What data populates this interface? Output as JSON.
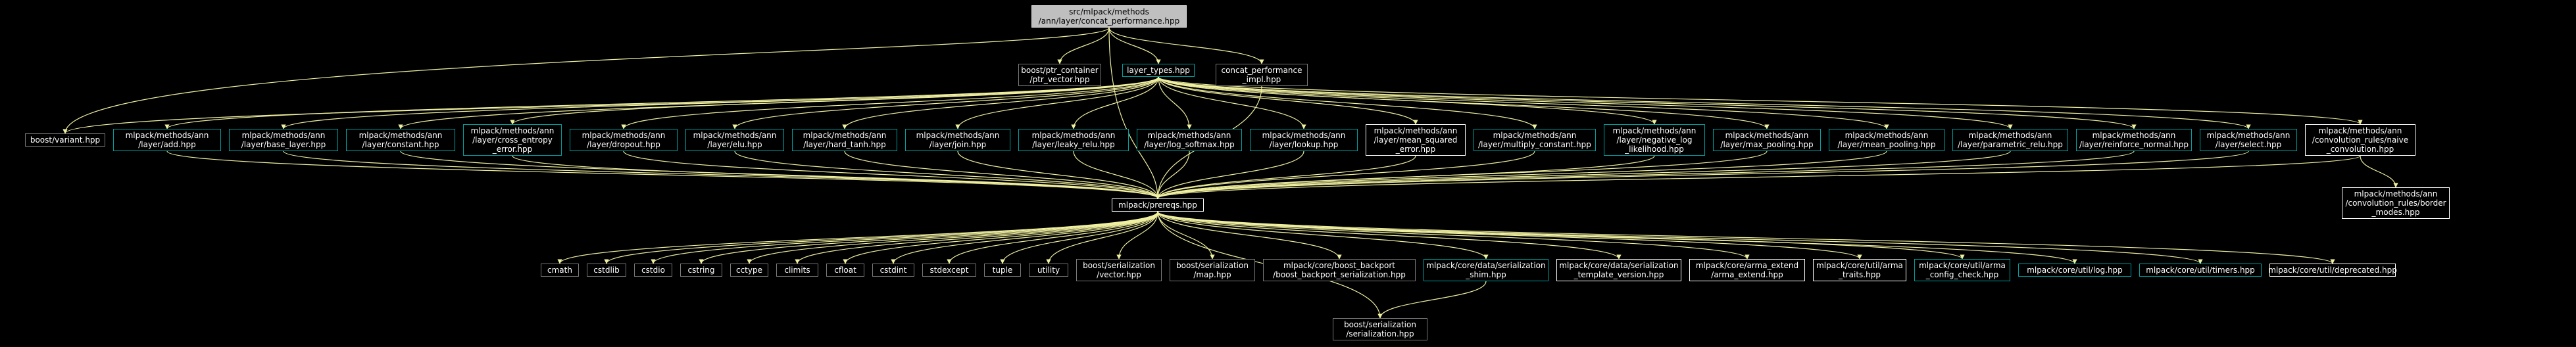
{
  "graph": {
    "root": "src/mlpack/methods\n/ann/layer/concat_performance.hpp",
    "level1": [
      {
        "id": "ptr",
        "label": "boost/ptr_container\n/ptr_vector.hpp",
        "style": "grey"
      },
      {
        "id": "lt",
        "label": "layer_types.hpp",
        "style": "teal"
      },
      {
        "id": "cpi",
        "label": "concat_performance\n_impl.hpp",
        "style": "grey"
      }
    ],
    "layers": [
      {
        "id": "variant",
        "label": "boost/variant.hpp",
        "style": "grey"
      },
      {
        "id": "add",
        "label": "mlpack/methods/ann\n/layer/add.hpp",
        "style": "teal"
      },
      {
        "id": "base",
        "label": "mlpack/methods/ann\n/layer/base_layer.hpp",
        "style": "teal"
      },
      {
        "id": "const",
        "label": "mlpack/methods/ann\n/layer/constant.hpp",
        "style": "teal"
      },
      {
        "id": "ce",
        "label": "mlpack/methods/ann\n/layer/cross_entropy\n_error.hpp",
        "style": "teal"
      },
      {
        "id": "drop",
        "label": "mlpack/methods/ann\n/layer/dropout.hpp",
        "style": "teal"
      },
      {
        "id": "elu",
        "label": "mlpack/methods/ann\n/layer/elu.hpp",
        "style": "teal"
      },
      {
        "id": "ht",
        "label": "mlpack/methods/ann\n/layer/hard_tanh.hpp",
        "style": "teal"
      },
      {
        "id": "join",
        "label": "mlpack/methods/ann\n/layer/join.hpp",
        "style": "teal"
      },
      {
        "id": "lrelu",
        "label": "mlpack/methods/ann\n/layer/leaky_relu.hpp",
        "style": "teal"
      },
      {
        "id": "lsm",
        "label": "mlpack/methods/ann\n/layer/log_softmax.hpp",
        "style": "teal"
      },
      {
        "id": "look",
        "label": "mlpack/methods/ann\n/layer/lookup.hpp",
        "style": "teal"
      },
      {
        "id": "mse",
        "label": "mlpack/methods/ann\n/layer/mean_squared\n_error.hpp",
        "style": "white"
      },
      {
        "id": "mc",
        "label": "mlpack/methods/ann\n/layer/multiply_constant.hpp",
        "style": "teal"
      },
      {
        "id": "nll",
        "label": "mlpack/methods/ann\n/layer/negative_log\n_likelihood.hpp",
        "style": "teal"
      },
      {
        "id": "maxp",
        "label": "mlpack/methods/ann\n/layer/max_pooling.hpp",
        "style": "teal"
      },
      {
        "id": "meanp",
        "label": "mlpack/methods/ann\n/layer/mean_pooling.hpp",
        "style": "teal"
      },
      {
        "id": "prelu",
        "label": "mlpack/methods/ann\n/layer/parametric_relu.hpp",
        "style": "teal"
      },
      {
        "id": "rn",
        "label": "mlpack/methods/ann\n/layer/reinforce_normal.hpp",
        "style": "teal"
      },
      {
        "id": "sel",
        "label": "mlpack/methods/ann\n/layer/select.hpp",
        "style": "teal"
      },
      {
        "id": "naive",
        "label": "mlpack/methods/ann\n/convolution_rules/naive\n_convolution.hpp",
        "style": "white"
      }
    ],
    "border": {
      "id": "border",
      "label": "mlpack/methods/ann\n/convolution_rules/border\n_modes.hpp",
      "style": "white"
    },
    "prereqs": {
      "id": "prereqs",
      "label": "mlpack/prereqs.hpp",
      "style": "white"
    },
    "leaves": [
      {
        "id": "cmath",
        "label": "cmath",
        "style": "grey"
      },
      {
        "id": "cstdlib",
        "label": "cstdlib",
        "style": "grey"
      },
      {
        "id": "cstdio",
        "label": "cstdio",
        "style": "grey"
      },
      {
        "id": "cstring",
        "label": "cstring",
        "style": "grey"
      },
      {
        "id": "cctype",
        "label": "cctype",
        "style": "grey"
      },
      {
        "id": "climits",
        "label": "climits",
        "style": "grey"
      },
      {
        "id": "cfloat",
        "label": "cfloat",
        "style": "grey"
      },
      {
        "id": "cstdint",
        "label": "cstdint",
        "style": "grey"
      },
      {
        "id": "stdexcept",
        "label": "stdexcept",
        "style": "grey"
      },
      {
        "id": "tuple",
        "label": "tuple",
        "style": "grey"
      },
      {
        "id": "utility",
        "label": "utility",
        "style": "grey"
      },
      {
        "id": "bvec",
        "label": "boost/serialization\n/vector.hpp",
        "style": "grey"
      },
      {
        "id": "bmap",
        "label": "boost/serialization\n/map.hpp",
        "style": "grey"
      },
      {
        "id": "bbs",
        "label": "mlpack/core/boost_backport\n/boost_backport_serialization.hpp",
        "style": "grey"
      },
      {
        "id": "shim",
        "label": "mlpack/core/data/serialization\n_shim.hpp",
        "style": "teal"
      },
      {
        "id": "tver",
        "label": "mlpack/core/data/serialization\n_template_version.hpp",
        "style": "white"
      },
      {
        "id": "arma",
        "label": "mlpack/core/arma_extend\n/arma_extend.hpp",
        "style": "white"
      },
      {
        "id": "atraits",
        "label": "mlpack/core/util/arma\n_traits.hpp",
        "style": "white"
      },
      {
        "id": "acfg",
        "label": "mlpack/core/util/arma\n_config_check.hpp",
        "style": "teal"
      },
      {
        "id": "log",
        "label": "mlpack/core/util/log.hpp",
        "style": "teal"
      },
      {
        "id": "timers",
        "label": "mlpack/core/util/timers.hpp",
        "style": "teal"
      },
      {
        "id": "depr",
        "label": "mlpack/core/util/deprecated.hpp",
        "style": "white"
      }
    ],
    "serialization": {
      "id": "ser",
      "label": "boost/serialization\n/serialization.hpp",
      "style": "grey"
    },
    "colors": {
      "edge": "#f0f0a0",
      "teal": "#00a0a0",
      "grey": "#7a7a7a",
      "white": "#ffffff",
      "root_fill": "#bfbfbf"
    }
  }
}
